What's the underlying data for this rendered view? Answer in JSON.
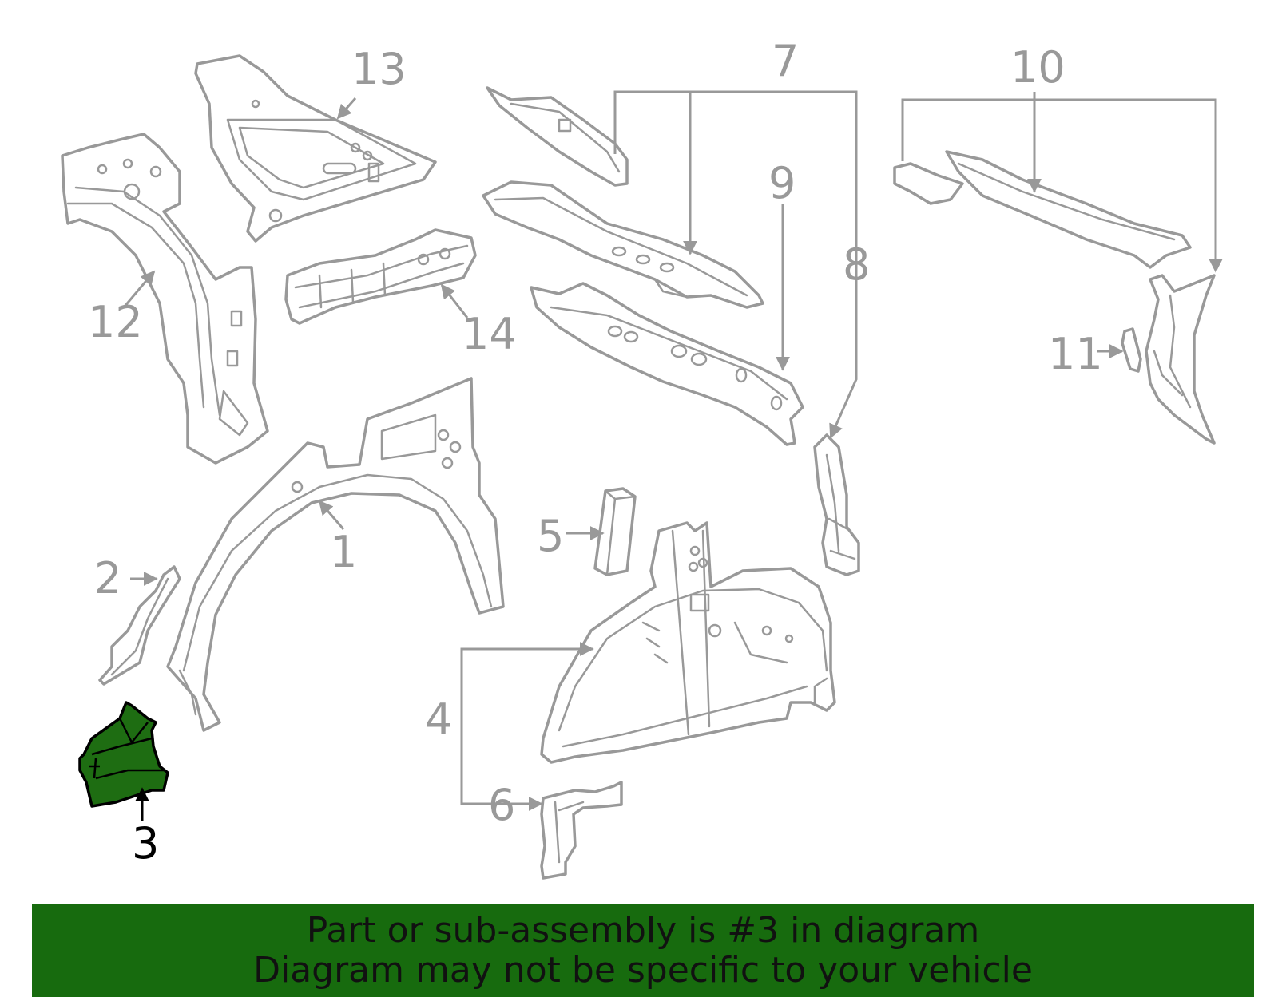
{
  "callouts": {
    "c1": "1",
    "c2": "2",
    "c3": "3",
    "c4": "4",
    "c5": "5",
    "c6": "6",
    "c7": "7",
    "c8": "8",
    "c9": "9",
    "c10": "10",
    "c11": "11",
    "c12": "12",
    "c13": "13",
    "c14": "14"
  },
  "highlighted_part": "3",
  "colors": {
    "highlight": "#1e6d12",
    "banner": "#176b0e",
    "line_art": "#999999"
  },
  "banner": {
    "line1": "Part or sub-assembly is #3 in diagram",
    "line2": "Diagram may not be specific to your vehicle"
  }
}
